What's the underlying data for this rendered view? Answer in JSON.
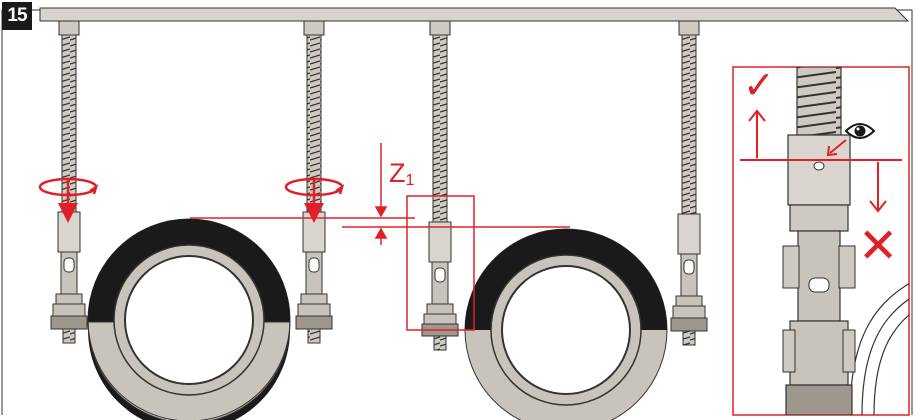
{
  "figure": {
    "step_number": "15",
    "dimension_label": "Z",
    "dimension_subscript": "1"
  },
  "detail": {
    "correct_mark": "✓",
    "incorrect_mark": "✕",
    "inspection_icon": "eye-icon"
  },
  "colors": {
    "accent_red": "#e02027",
    "rod_grey": "#b8b3aa",
    "clamp_liner": "#1a1a1a",
    "ceiling": "#d7d4ce"
  }
}
